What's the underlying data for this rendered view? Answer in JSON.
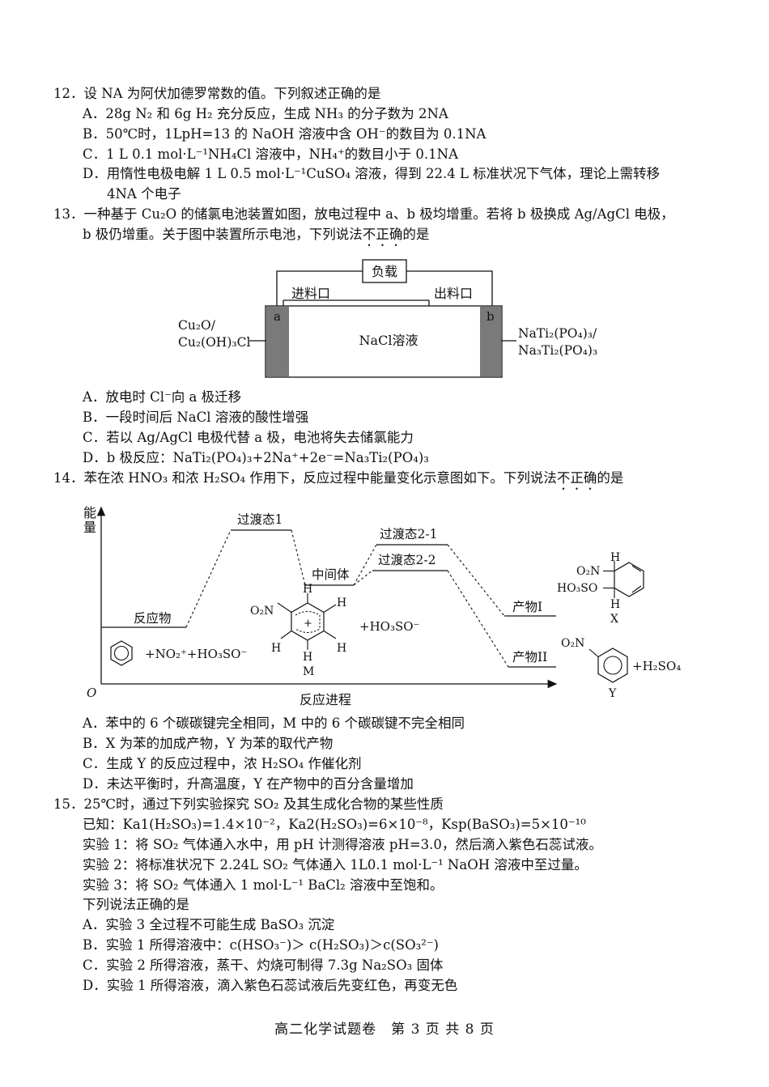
{
  "q12": {
    "stem": "12．设 NA 为阿伏加德罗常数的值。下列叙述正确的是",
    "A": "A．28g N₂ 和 6g H₂ 充分反应，生成 NH₃ 的分子数为 2NA",
    "B": "B．50℃时，1LpH=13 的 NaOH 溶液中含 OH⁻的数目为 0.1NA",
    "C": "C．1 L 0.1 mol·L⁻¹NH₄Cl 溶液中，NH₄⁺的数目小于 0.1NA",
    "D1": "D．用惰性电极电解 1 L 0.5 mol·L⁻¹CuSO₄ 溶液，得到 22.4 L 标准状况下气体，理论上需转移",
    "D2": "4NA 个电子"
  },
  "q13": {
    "stem1": "13．一种基于 Cu₂O 的储氯电池装置如图，放电过程中 a、b 极均增重。若将 b 极换成 Ag/AgCl 电极，",
    "stem2a": "b 极仍增重。关于图中装置所示电池，下列说法",
    "stem2b": "不正确",
    "stem2c": "的是",
    "diagram": {
      "load": "负载",
      "inlet": "进料口",
      "outlet": "出料口",
      "a": "a",
      "b": "b",
      "solution": "NaCl溶液",
      "left1": "Cu₂O/",
      "left2": "Cu₂(OH)₃Cl",
      "right1": "NaTi₂(PO₄)₃/",
      "right2": "Na₃Ti₂(PO₄)₃"
    },
    "A": "A．放电时 Cl⁻向 a 极迁移",
    "B": "B．一段时间后 NaCl 溶液的酸性增强",
    "C": "C．若以 Ag/AgCl 电极代替 a 极，电池将失去储氯能力",
    "D": "D．b 极反应：NaTi₂(PO₄)₃+2Na⁺+2e⁻=Na₃Ti₂(PO₄)₃"
  },
  "q14": {
    "stem_a": "14．苯在浓 HNO₃ 和浓 H₂SO₄ 作用下，反应过程中能量变化示意图如下。下列说法",
    "stem_b": "不正确",
    "stem_c": "的是",
    "diagram": {
      "ylabel1": "能",
      "ylabel2": "量",
      "origin": "O",
      "xlabel": "反应进程",
      "reactant": "反应物",
      "ts1": "过渡态1",
      "intermediate": "中间体",
      "ts21": "过渡态2-1",
      "ts22": "过渡态2-2",
      "product1": "产物I",
      "product2": "产物II",
      "reagents": "+NO₂⁺+HO₃SO⁻",
      "hso": "+HO₃SO⁻",
      "h2so4": "+H₂SO₄",
      "M": "M",
      "X": "X",
      "Y": "Y",
      "H": "H",
      "NO2": "O₂N",
      "HO3SO": "HO₃SO",
      "plus": "+"
    },
    "A": "A．苯中的 6 个碳碳键完全相同，M 中的 6 个碳碳键不完全相同",
    "B": "B．X 为苯的加成产物，Y 为苯的取代产物",
    "C": "C．生成 Y 的反应过程中，浓 H₂SO₄ 作催化剂",
    "D": "D．未达平衡时，升高温度，Y 在产物中的百分含量增加"
  },
  "q15": {
    "stem": "15．25℃时，通过下列实验探究 SO₂ 及其生成化合物的某些性质",
    "known": "已知：Ka1(H₂SO₃)=1.4×10⁻²，Ka2(H₂SO₃)=6×10⁻⁸，Ksp(BaSO₃)=5×10⁻¹⁰",
    "exp1": "实验 1：将 SO₂ 气体通入水中，用 pH 计测得溶液 pH=3.0，然后滴入紫色石蕊试液。",
    "exp2": "实验 2：将标准状况下 2.24L SO₂ 气体通入 1L0.1 mol·L⁻¹ NaOH 溶液中至过量。",
    "exp3": "实验 3：将 SO₂ 气体通入 1 mol·L⁻¹ BaCl₂ 溶液中至饱和。",
    "ask": "下列说法正确的是",
    "A": "A．实验 3 全过程不可能生成 BaSO₃ 沉淀",
    "B": "B．实验 1 所得溶液中：c(HSO₃⁻)＞ c(H₂SO₃)＞c(SO₃²⁻)",
    "C": "C．实验 2 所得溶液，蒸干、灼烧可制得 7.3g Na₂SO₃ 固体",
    "D": "D．实验 1 所得溶液，滴入紫色石蕊试液后先变红色，再变无色"
  },
  "footer": "高二化学试题卷　第 3 页 共 8 页"
}
